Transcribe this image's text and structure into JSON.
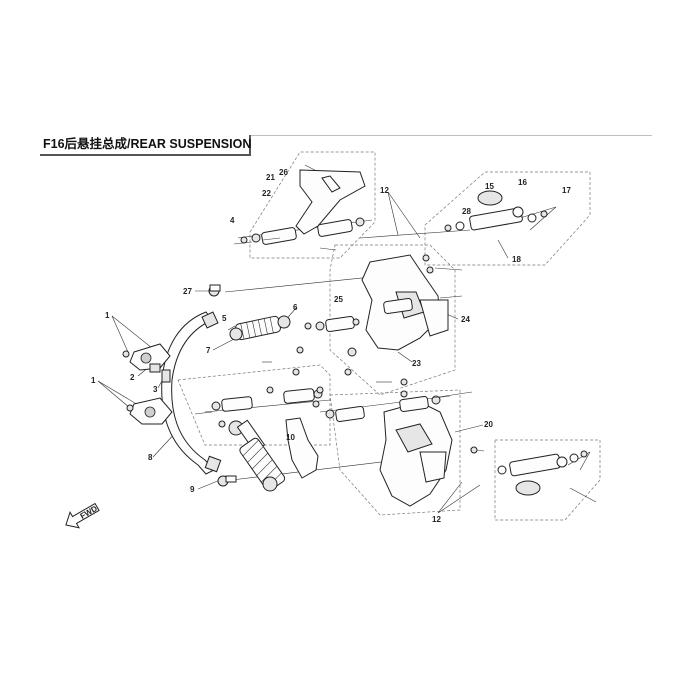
{
  "title": "F16后悬挂总成/REAR SUSPENSION",
  "fwd_label": "FWD",
  "callouts": [
    "1",
    "1",
    "2",
    "3",
    "4",
    "5",
    "6",
    "7",
    "8",
    "9",
    "10",
    "12",
    "12",
    "15",
    "16",
    "17",
    "18",
    "20",
    "21",
    "22",
    "23",
    "24",
    "25",
    "26",
    "27",
    "28"
  ]
}
